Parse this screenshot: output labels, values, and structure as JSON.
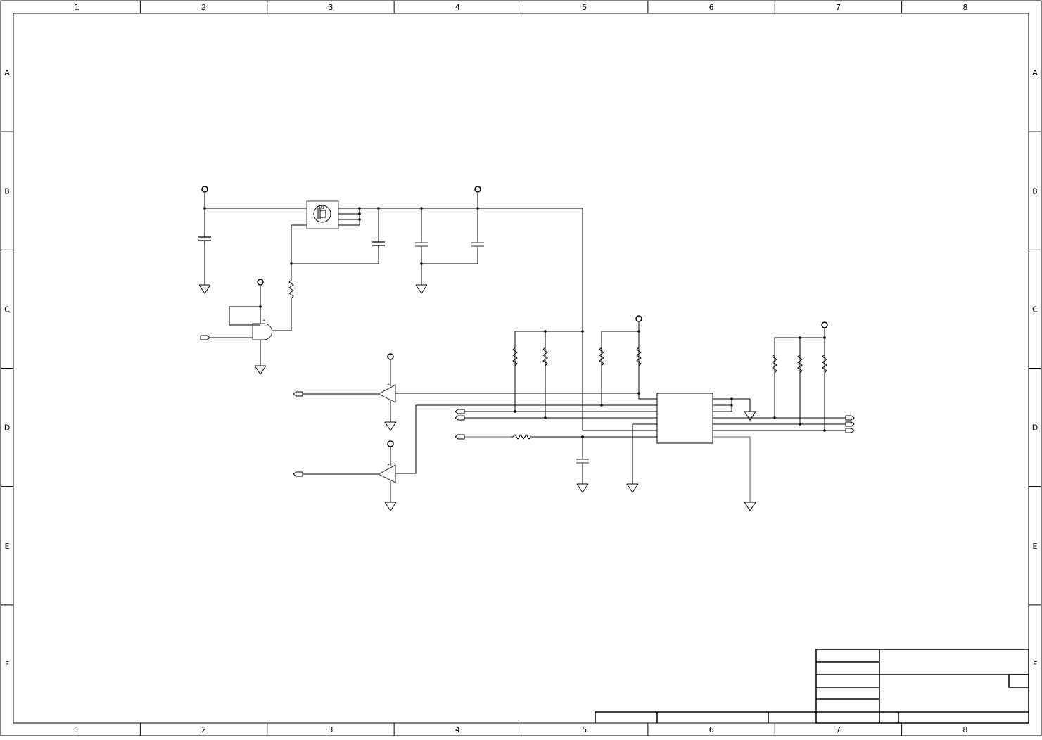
{
  "frame": {
    "columns": [
      "1",
      "2",
      "3",
      "4",
      "5",
      "6",
      "7",
      "8"
    ],
    "rows": [
      "A",
      "B",
      "C",
      "D",
      "E",
      "F"
    ]
  },
  "components": {
    "mosfet_label": "M1"
  }
}
